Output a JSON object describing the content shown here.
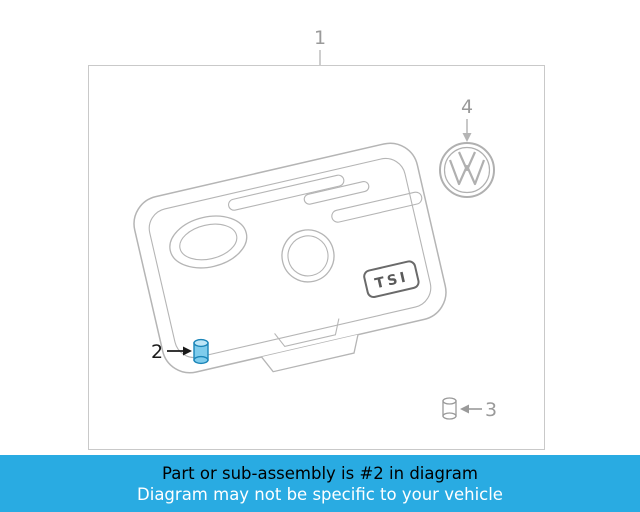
{
  "diagram": {
    "callouts": {
      "c1": "1",
      "c2": "2",
      "c3": "3",
      "c4": "4"
    },
    "badge": "TSI",
    "parts": {
      "p1": "engine-cover-assembly",
      "p2": "highlighted-grommet",
      "p3": "grommet",
      "p4": "vw-emblem"
    }
  },
  "banner": {
    "line1": "Part or sub-assembly is #2 in diagram",
    "line2": "Diagram may not be specific to your vehicle"
  },
  "colors": {
    "banner_bg": "#29abe2",
    "highlight_fill": "#7fccec",
    "highlight_stroke": "#1b85b8",
    "drawing_line": "#b5b5b5",
    "callout_gray": "#9a9a9a"
  }
}
